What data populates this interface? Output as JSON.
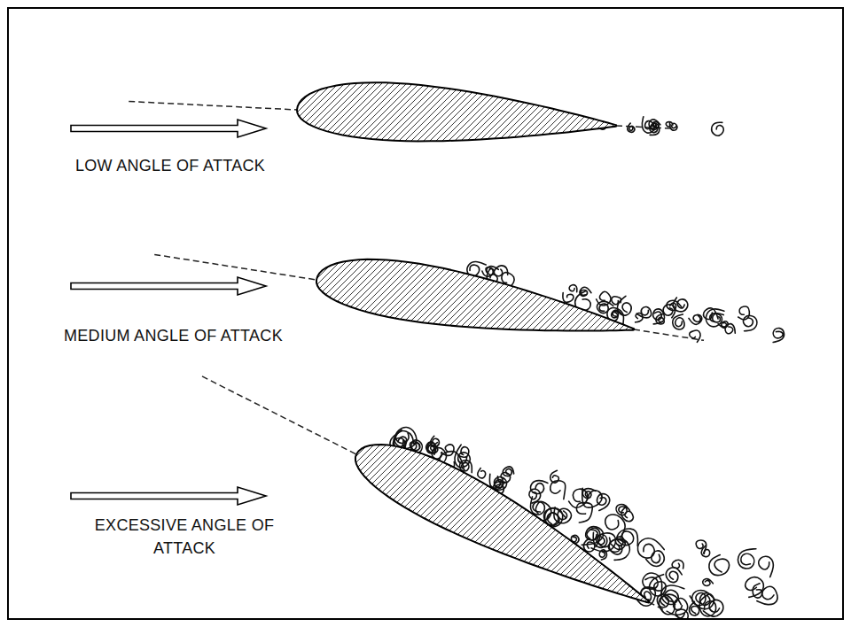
{
  "diagram": {
    "labels": [
      "LOW ANGLE OF ATTACK",
      "MEDIUM ANGLE OF ATTACK",
      "EXCESSIVE ANGLE OF ATTACK"
    ]
  }
}
